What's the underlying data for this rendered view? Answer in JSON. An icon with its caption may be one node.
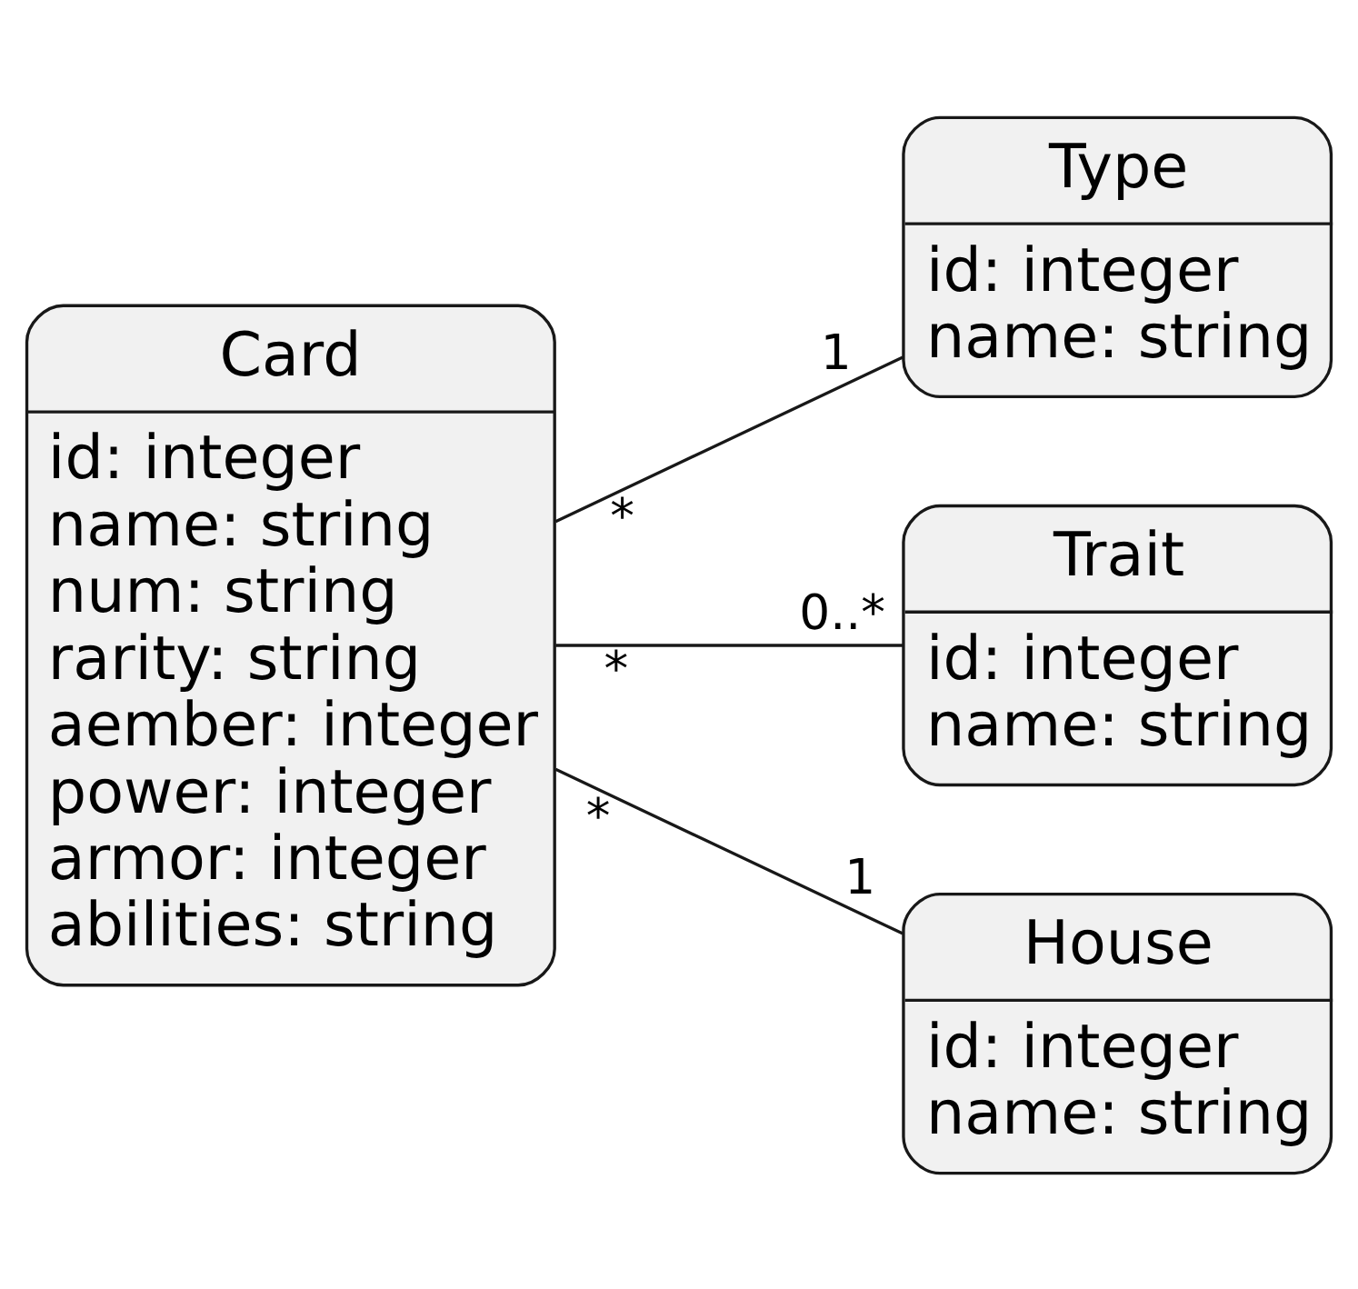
{
  "diagram": {
    "nodes": [
      {
        "text": [
          "Card",
          "id: integer",
          "name: string",
          "num: string",
          "rarity: string",
          "aember: integer",
          "power: integer",
          "armor: integer",
          "abilities: string"
        ]
      },
      {
        "text": [
          "Type",
          "id: integer",
          "name: string"
        ]
      },
      {
        "text": [
          "Trait",
          "id: integer",
          "name: string"
        ]
      },
      {
        "text": [
          "House",
          "id: integer",
          "name: string"
        ]
      }
    ],
    "edges": [
      {
        "from": 0,
        "to": 1,
        "arrow": "none"
      },
      {
        "from": 0,
        "to": 2,
        "arrow": "none"
      },
      {
        "from": 0,
        "to": 3,
        "arrow": "none"
      }
    ],
    "labels": [
      "1",
      "*",
      "*",
      "0..*",
      "*",
      "1"
    ]
  }
}
